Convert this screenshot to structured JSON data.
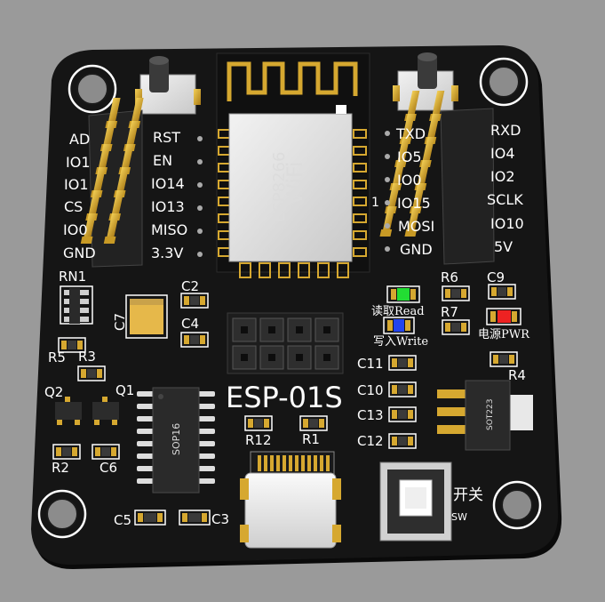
{
  "board": {
    "module": {
      "wifi_label": "WiFi",
      "chip_label": "ESP8266"
    },
    "left_header_outer": [
      "AD",
      "IO1",
      "IO1",
      "CS",
      "IO0",
      "GND"
    ],
    "left_header_inner": [
      "RST",
      "EN",
      "IO14",
      "IO13",
      "MISO",
      "3.3V"
    ],
    "right_header_inner": [
      "TXD",
      "IO5",
      "IO0",
      "IO15",
      "MOSI",
      "GND"
    ],
    "right_header_outer": [
      "RXD",
      "IO4",
      "IO2",
      "SCLK",
      "IO10",
      "5V"
    ],
    "module_pin_mark": "1",
    "designators": {
      "rn1": "RN1",
      "c7": "C7",
      "c2": "C2",
      "c4": "C4",
      "r5": "R5",
      "r3": "R3",
      "q2": "Q2",
      "q1": "Q1",
      "r2": "R2",
      "c6": "C6",
      "c5": "C5",
      "c3": "C3",
      "r12": "R12",
      "r1": "R1",
      "r6": "R6",
      "c9": "C9",
      "r7": "R7",
      "r4": "R4",
      "c11": "C11",
      "c10": "C10",
      "c13": "C13",
      "c12": "C12"
    },
    "led_read_label": "读取Read",
    "led_write_label": "写入Write",
    "led_power_label": "电源PWR",
    "board_title": "ESP-01S",
    "ic_sop16": "SOP16",
    "ic_regulator": "SOT223",
    "switch_label": "开关",
    "switch_sub": "SW",
    "colors": {
      "background": "#9a9a9a",
      "board": "#141414",
      "silk": "#ffffff",
      "gold": "#d6a830",
      "led_read": "#22dd33",
      "led_write": "#2244ee",
      "led_power": "#ee2222"
    }
  }
}
